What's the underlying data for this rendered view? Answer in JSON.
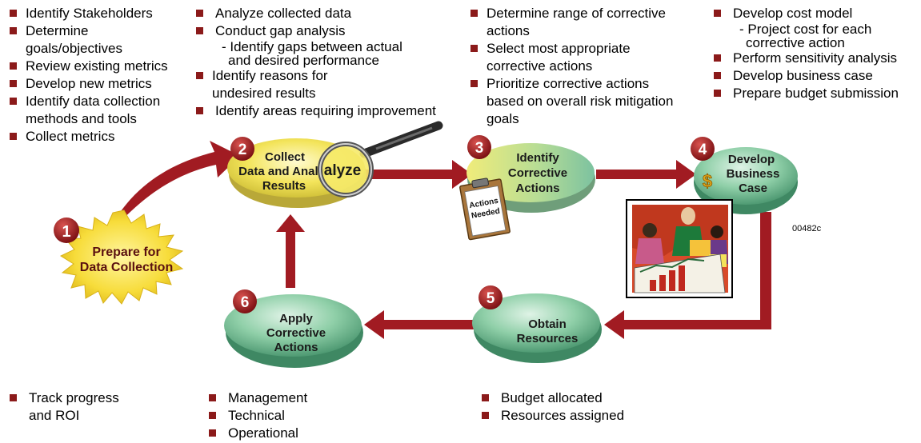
{
  "steps": [
    {
      "num": "1",
      "title_l1": "Prepare for",
      "title_l2": "Data Collection"
    },
    {
      "num": "2",
      "title_l1": "Collect",
      "title_l2": "Data and Analyze",
      "title_l3": "Results"
    },
    {
      "num": "3",
      "title_l1": "Identify",
      "title_l2": "Corrective",
      "title_l3": "Actions"
    },
    {
      "num": "4",
      "title_l1": "Develop",
      "title_l2": "Business",
      "title_l3": "Case"
    },
    {
      "num": "5",
      "title_l1": "Obtain",
      "title_l2": "Resources"
    },
    {
      "num": "6",
      "title_l1": "Apply",
      "title_l2": "Corrective",
      "title_l3": "Actions"
    }
  ],
  "clipboard_label": [
    "Actions",
    "Needed"
  ],
  "figure_code": "00482c",
  "lists": {
    "step1": [
      "Identify Stakeholders",
      "Determine",
      "goals/objectives",
      "Review existing metrics",
      "Develop new metrics",
      "Identify data collection",
      "methods and tools",
      "Collect metrics"
    ],
    "step2": [
      "Analyze collected data",
      "Conduct gap analysis",
      "- Identify gaps between actual",
      "and desired performance",
      "Identify reasons for",
      "undesired results",
      "Identify areas requiring improvement"
    ],
    "step3": [
      "Determine range of corrective",
      "actions",
      "Select most appropriate",
      "corrective actions",
      "Prioritize corrective actions",
      "based on overall risk mitigation",
      "goals"
    ],
    "step4": [
      "Develop cost model",
      "- Project cost for each",
      "corrective action",
      "Perform sensitivity analysis",
      "Develop business case",
      "Prepare budget submission"
    ],
    "step5": [
      "Budget allocated",
      "Resources assigned"
    ],
    "step6": [
      "Management",
      "Technical",
      "Operational"
    ],
    "track": [
      "Track progress",
      "and ROI"
    ]
  }
}
